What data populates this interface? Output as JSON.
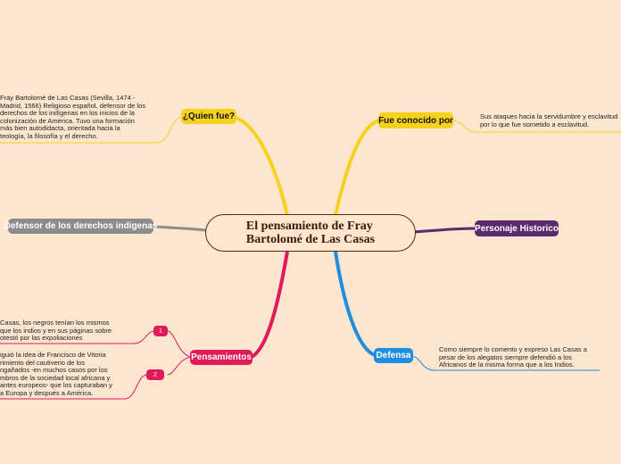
{
  "central": {
    "title": "El pensamiento de Fray\nBartolomé de Las Casas"
  },
  "topics": {
    "quien": {
      "label": "¿Quien fue?",
      "color": "#f6d21e"
    },
    "conocido": {
      "label": "Fue conocido por",
      "color": "#f6d21e"
    },
    "defensor": {
      "label": "Defensor de los derechos indigenas",
      "color": "#8c8c8c"
    },
    "personaje": {
      "label": "Personaje Historico",
      "color": "#5b2a6e"
    },
    "pensamientos": {
      "label": "Pensamientos",
      "color": "#e21a5b"
    },
    "defensa": {
      "label": "Defensa",
      "color": "#1e8fe0"
    }
  },
  "notes": {
    "quien": "Fray Bartolomé de Las Casas (Sevilla, 1474 -\nMadrid, 1566) Religioso español, defensor de los\nderechos de los indígenas en los inicios de la\ncolonización de América. Tuvo una formación\nmás bien autodidacta, orientada hacia la\nteología, la filosofía y el derecho.",
    "conocido": "Sus ataques hacia la servidumbre y esclavitud\npor lo que fue sometido a esclavitud.",
    "pensamiento1": "Casas, los negros tenían los mismos\nque los indios y en sus páginas sobre\notestó por las expoliaciones",
    "pensamiento2": "iguió la idea de Francisco de Vitoria\nrimiento del cautiverio de los\nngañados -en muchos casos por los\nmbros de la sociedad local africana y\nantes europeos- que los capturaban y\na Europa y después a América.",
    "defensa": "Como siempre lo comento y expreso Las Casas a\npesar de los alegatos siempre defendió a los\nAfricanos de la misma forma que a los Indios."
  },
  "badges": {
    "one": "1",
    "two": "2"
  }
}
